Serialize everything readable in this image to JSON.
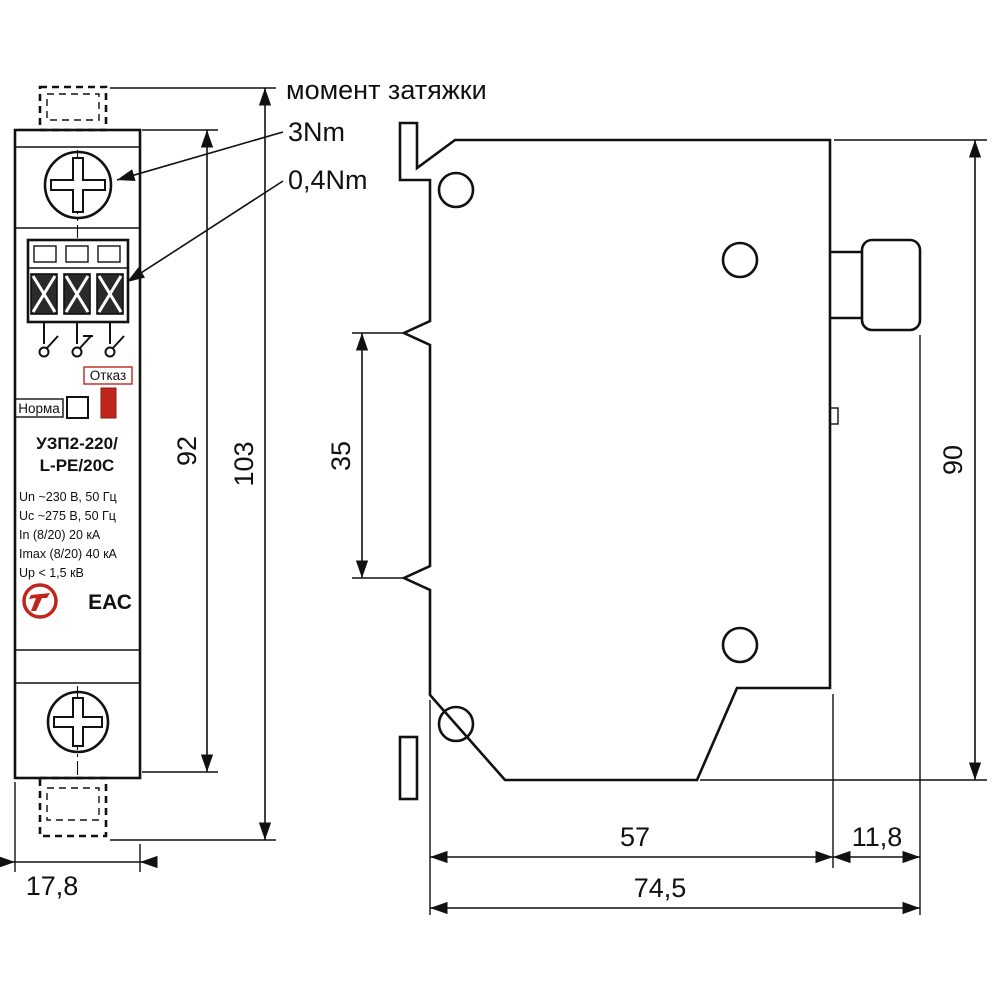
{
  "annotations": {
    "torque_title": "момент затяжки",
    "torque_screw": "3Nm",
    "torque_terminal": "0,4Nm"
  },
  "front_label": {
    "status_ok": "Норма",
    "status_fail": "Отказ",
    "model_line1": "УЗП2-220/",
    "model_line2": "L-PE/20C",
    "specs": [
      "Un ~230 В, 50 Гц",
      "Uc ~275 В, 50 Гц",
      "In (8/20) 20 кА",
      "Imax (8/20) 40 кА",
      "Up < 1,5 кВ"
    ],
    "cert_mark": "ЕАС"
  },
  "dimensions": {
    "front_body_height": "92",
    "front_overall_height": "103",
    "front_width": "17,8",
    "side_clip_spacing": "35",
    "side_height": "90",
    "side_body_width": "57",
    "side_knob_width": "11,8",
    "side_overall_width": "74,5"
  },
  "colors": {
    "line": "#111111",
    "accent_red": "#c0251b"
  }
}
